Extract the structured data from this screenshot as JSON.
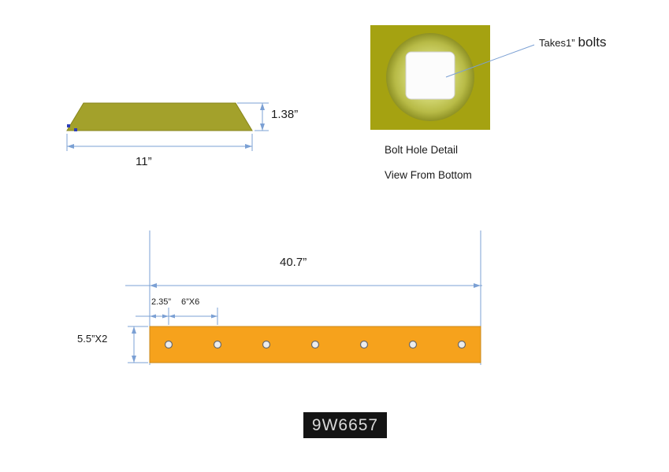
{
  "side_view": {
    "height_label": "1.38”",
    "width_label": "11”"
  },
  "detail": {
    "callout_prefix": "Takes1”",
    "callout_word": "bolts",
    "caption_line1": "Bolt Hole Detail",
    "caption_line2": "View From Bottom"
  },
  "plan_view": {
    "length_label": "40.7”",
    "offset_label": "2.35”",
    "spacing_label": "6”X6",
    "height_label": "5.5”X2",
    "hole_count": 7
  },
  "part_number": "9W6657",
  "colors": {
    "edge_olive": "#a3a12b",
    "detail_square": "#a5a211",
    "detail_circle_light": "#d9dc83",
    "bolt_hole_white": "#fcfcfc",
    "bar_orange": "#f6a21c",
    "dimension_blue": "#7ba0d4",
    "part_box_bg": "#141414",
    "part_box_text": "#d9d9d9"
  }
}
